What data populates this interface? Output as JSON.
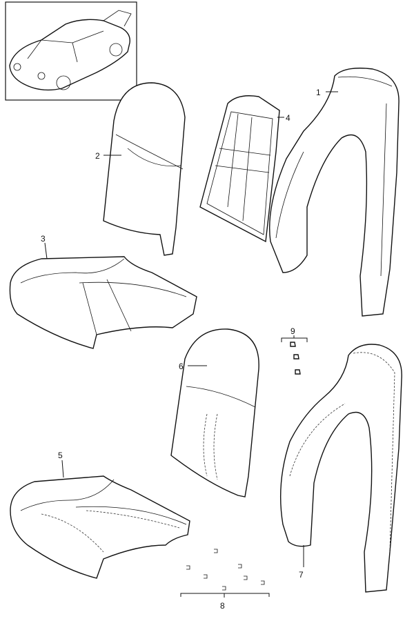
{
  "diagram": {
    "labels": {
      "p1": "1",
      "p2": "2",
      "p3": "3",
      "p4": "4",
      "p5": "5",
      "p6": "6",
      "p7": "7",
      "p8": "8",
      "p9": "9"
    }
  }
}
